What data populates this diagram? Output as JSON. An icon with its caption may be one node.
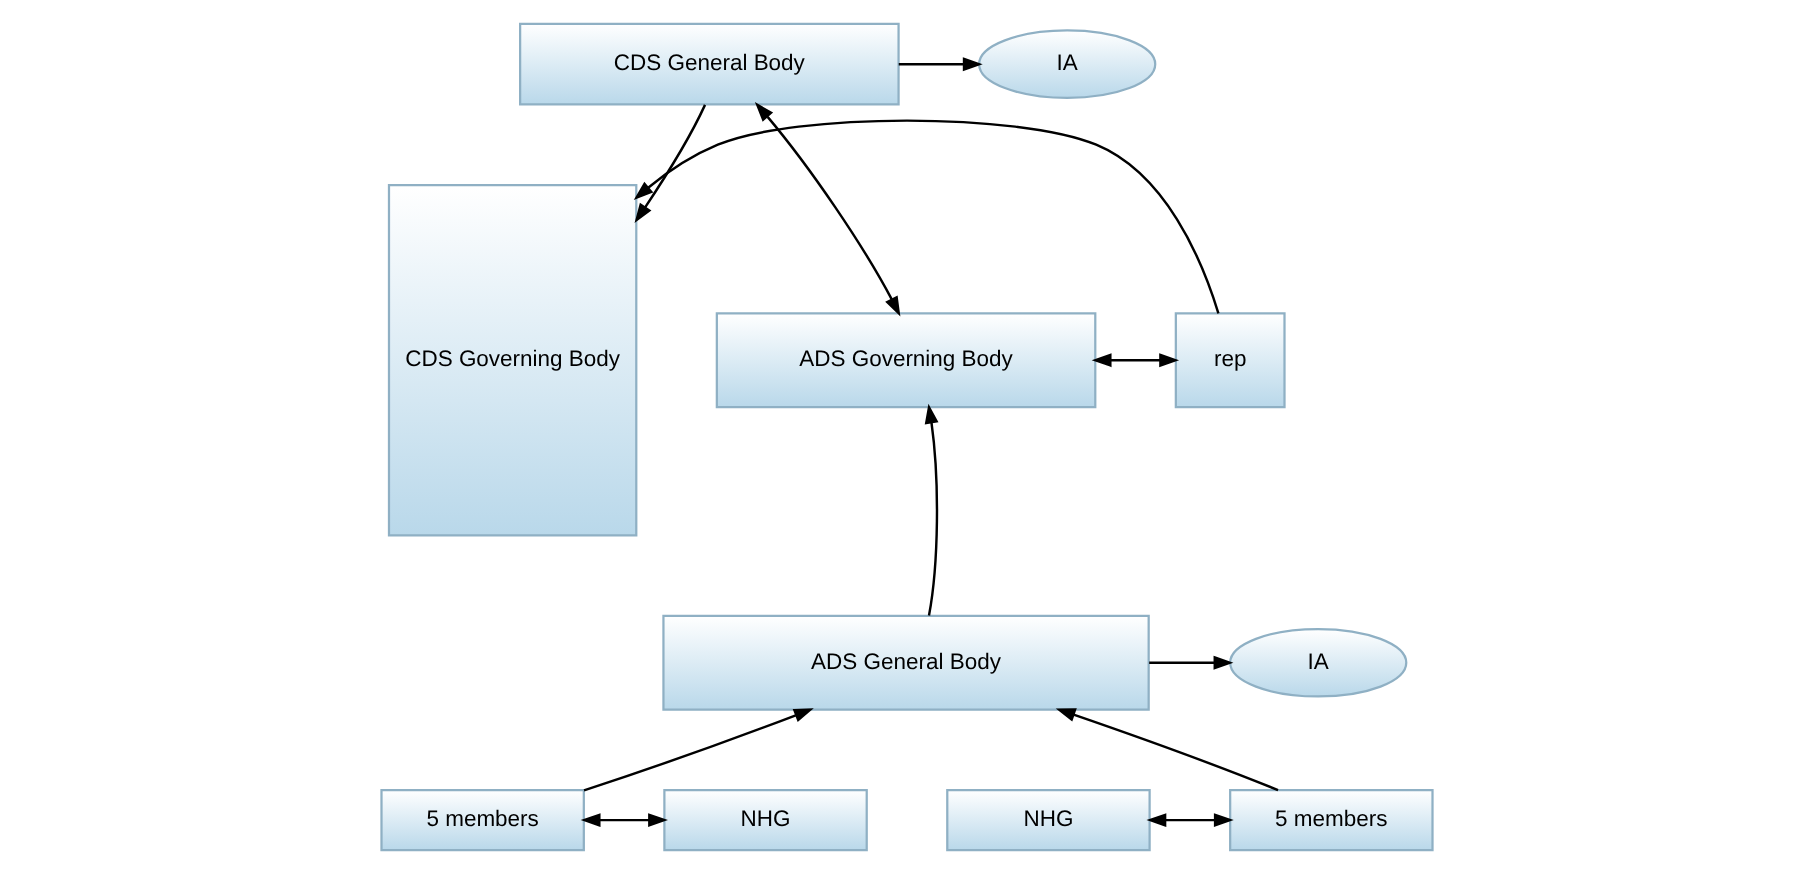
{
  "diagram": {
    "nodes": [
      {
        "text": [
          "IA"
        ]
      },
      {
        "text": [
          "CDS General Body"
        ]
      },
      {
        "text": [
          "CDS Governing Body"
        ]
      },
      {
        "text": [
          "ADS Governing Body"
        ]
      },
      {
        "text": [
          "rep"
        ]
      },
      {
        "text": [
          "IA"
        ]
      },
      {
        "text": [
          "ADS General Body"
        ]
      },
      {
        "text": [
          "NHG"
        ]
      },
      {
        "text": [
          "5 members"
        ]
      },
      {
        "text": [
          "5 members"
        ]
      },
      {
        "text": [
          "NHG"
        ]
      }
    ],
    "edges": [
      {
        "from": 1,
        "to": 0,
        "arrow": "to"
      },
      {
        "from": 1,
        "to": 2,
        "arrow": "to"
      },
      {
        "from": 1,
        "to": 3,
        "arrow": "both"
      },
      {
        "from": 3,
        "to": 4,
        "arrow": "both"
      },
      {
        "from": 4,
        "to": 2,
        "arrow": "to"
      },
      {
        "from": 6,
        "to": 3,
        "arrow": "to"
      },
      {
        "from": 6,
        "to": 5,
        "arrow": "to"
      },
      {
        "from": 8,
        "to": 6,
        "arrow": "to"
      },
      {
        "from": 9,
        "to": 6,
        "arrow": "to"
      },
      {
        "from": 7,
        "to": 8,
        "arrow": "both"
      },
      {
        "from": 9,
        "to": 10,
        "arrow": "both"
      }
    ]
  }
}
